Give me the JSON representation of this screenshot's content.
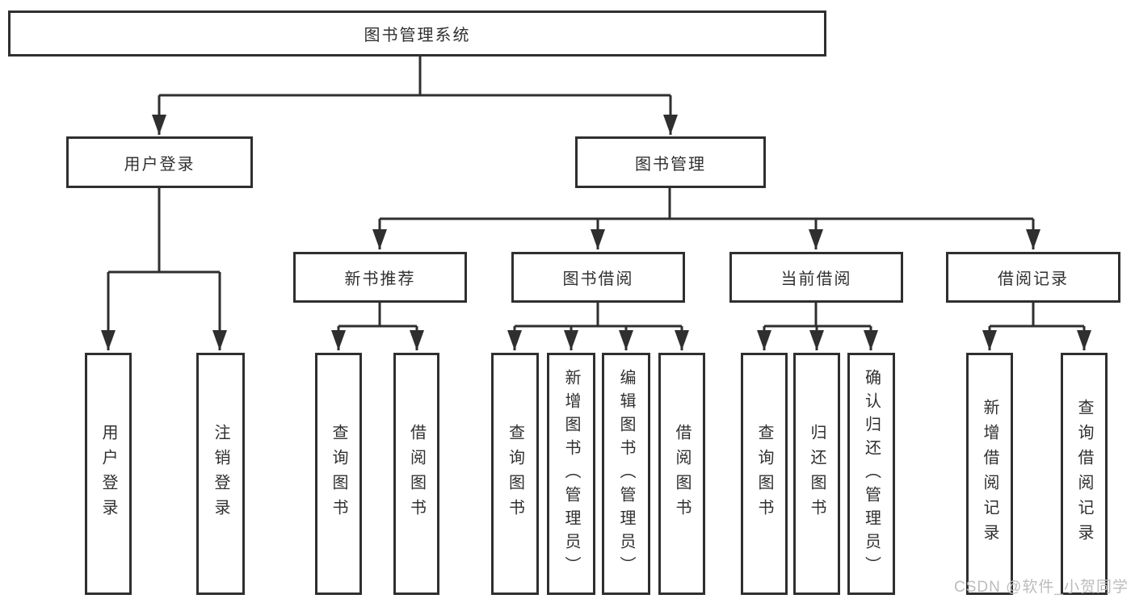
{
  "diagram": {
    "type": "function-structure-tree",
    "colors": {
      "line": "#2f2f2f",
      "text": "#303030",
      "box_background": "#ffffff",
      "watermark": "#bcbcbc"
    },
    "root": {
      "label": "图书管理系统"
    },
    "branches": [
      {
        "label": "用户登录",
        "children": [
          {
            "label": "用户登录"
          },
          {
            "label": "注销登录"
          }
        ]
      },
      {
        "label": "图书管理",
        "children": [
          {
            "label": "新书推荐",
            "children": [
              {
                "label": "查询图书"
              },
              {
                "label": "借阅图书"
              }
            ]
          },
          {
            "label": "图书借阅",
            "children": [
              {
                "label": "查询图书"
              },
              {
                "label": "新增图书（管理员）"
              },
              {
                "label": "编辑图书（管理员）"
              },
              {
                "label": "借阅图书"
              }
            ]
          },
          {
            "label": "当前借阅",
            "children": [
              {
                "label": "查询图书"
              },
              {
                "label": "归还图书"
              },
              {
                "label": "确认归还（管理员）"
              }
            ]
          },
          {
            "label": "借阅记录",
            "children": [
              {
                "label": "新增借阅记录"
              },
              {
                "label": "查询借阅记录"
              }
            ]
          }
        ]
      }
    ],
    "watermark": {
      "text": "CSDN @软件_小贺同学"
    }
  }
}
